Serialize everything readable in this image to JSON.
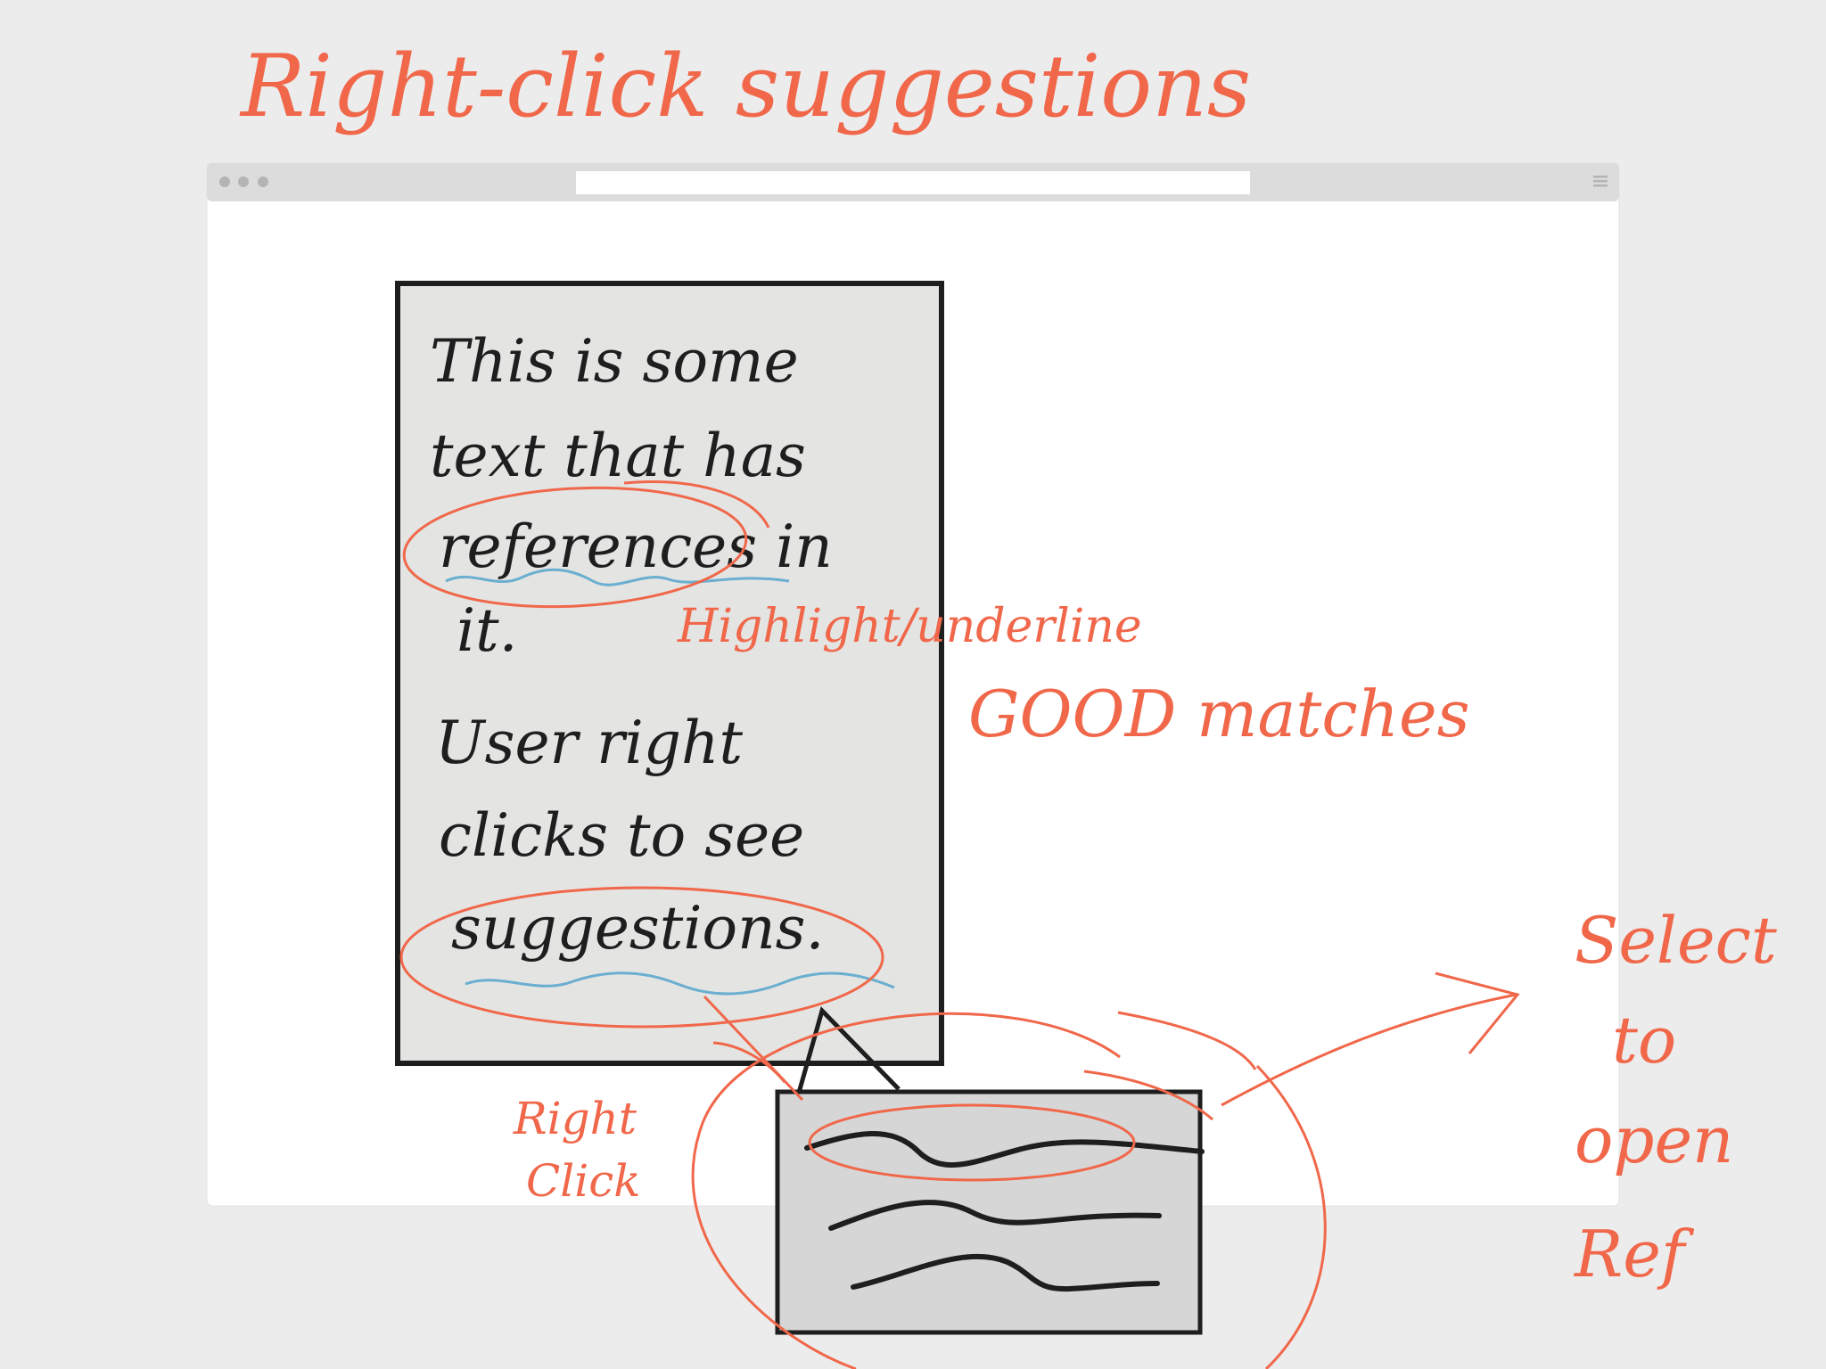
{
  "sketch": {
    "title": "Right-click suggestions",
    "card_text": {
      "line1": "This is some",
      "line2": "text that has",
      "line3": "references in",
      "line4": "it.",
      "line5": "User right",
      "line6": "clicks to see",
      "line7": "suggestions."
    },
    "annotations": {
      "highlight": "Highlight/underline",
      "good_matches": "GOOD matches",
      "right_click": "Right Click",
      "select": "Select to open Ref"
    }
  },
  "colors": {
    "background": "#ececec",
    "ink_orange": "#f0674a",
    "ink_dark": "#1e1e1e",
    "squiggle_blue": "#6aaed0",
    "card_fill": "#e4e4e2",
    "popup_fill": "#d6d6d6"
  },
  "icons": [
    "window-dots-icon",
    "hamburger-menu-icon"
  ]
}
